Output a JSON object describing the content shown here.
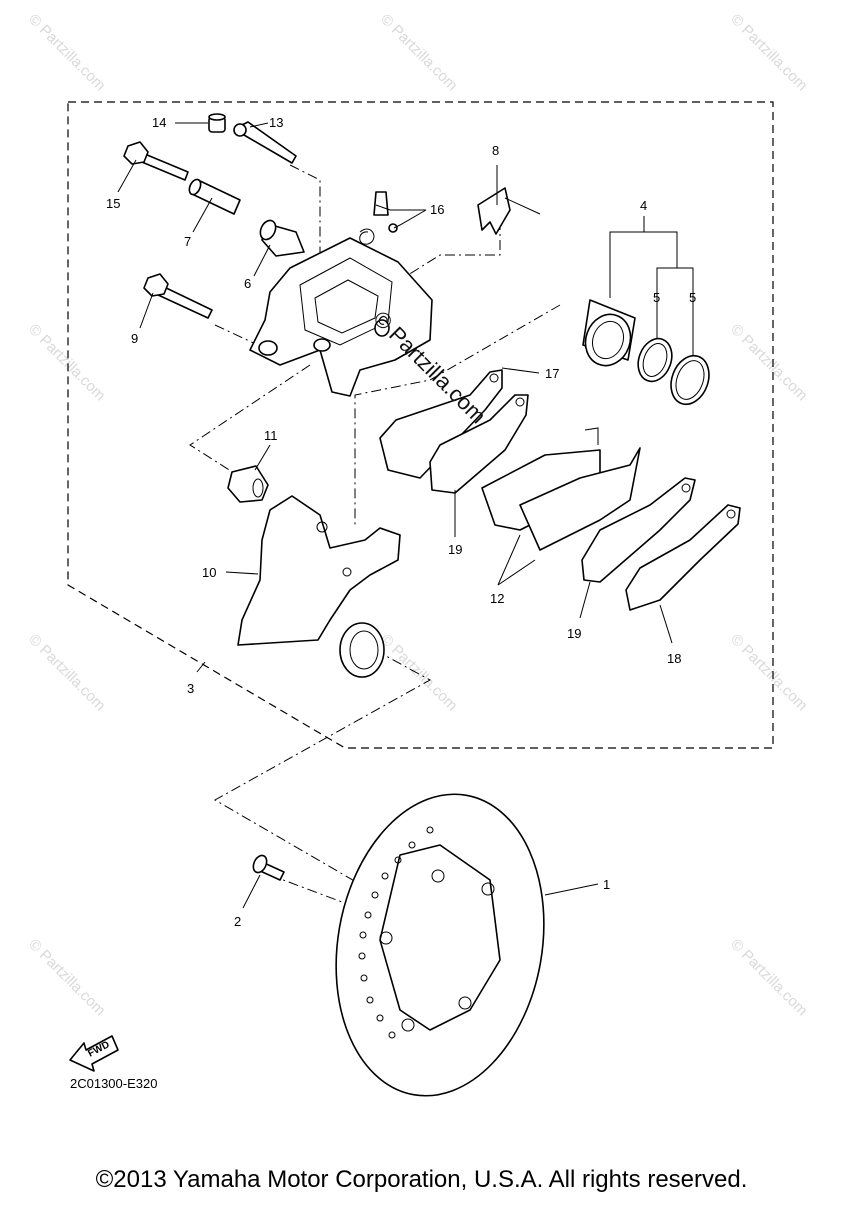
{
  "diagram": {
    "callouts": [
      "1",
      "2",
      "3",
      "4",
      "5",
      "5",
      "6",
      "7",
      "8",
      "9",
      "10",
      "11",
      "12",
      "13",
      "14",
      "15",
      "16",
      "17",
      "18",
      "19",
      "19"
    ],
    "watermark_text": "© Partzilla.com",
    "center_watermark_text": "© Partzilla.com",
    "fwd_label": "FWD",
    "catalog_code": "2C01300-E320"
  },
  "footer": {
    "copyright": "©2013 Yamaha Motor Corporation, U.S.A. All rights reserved."
  }
}
